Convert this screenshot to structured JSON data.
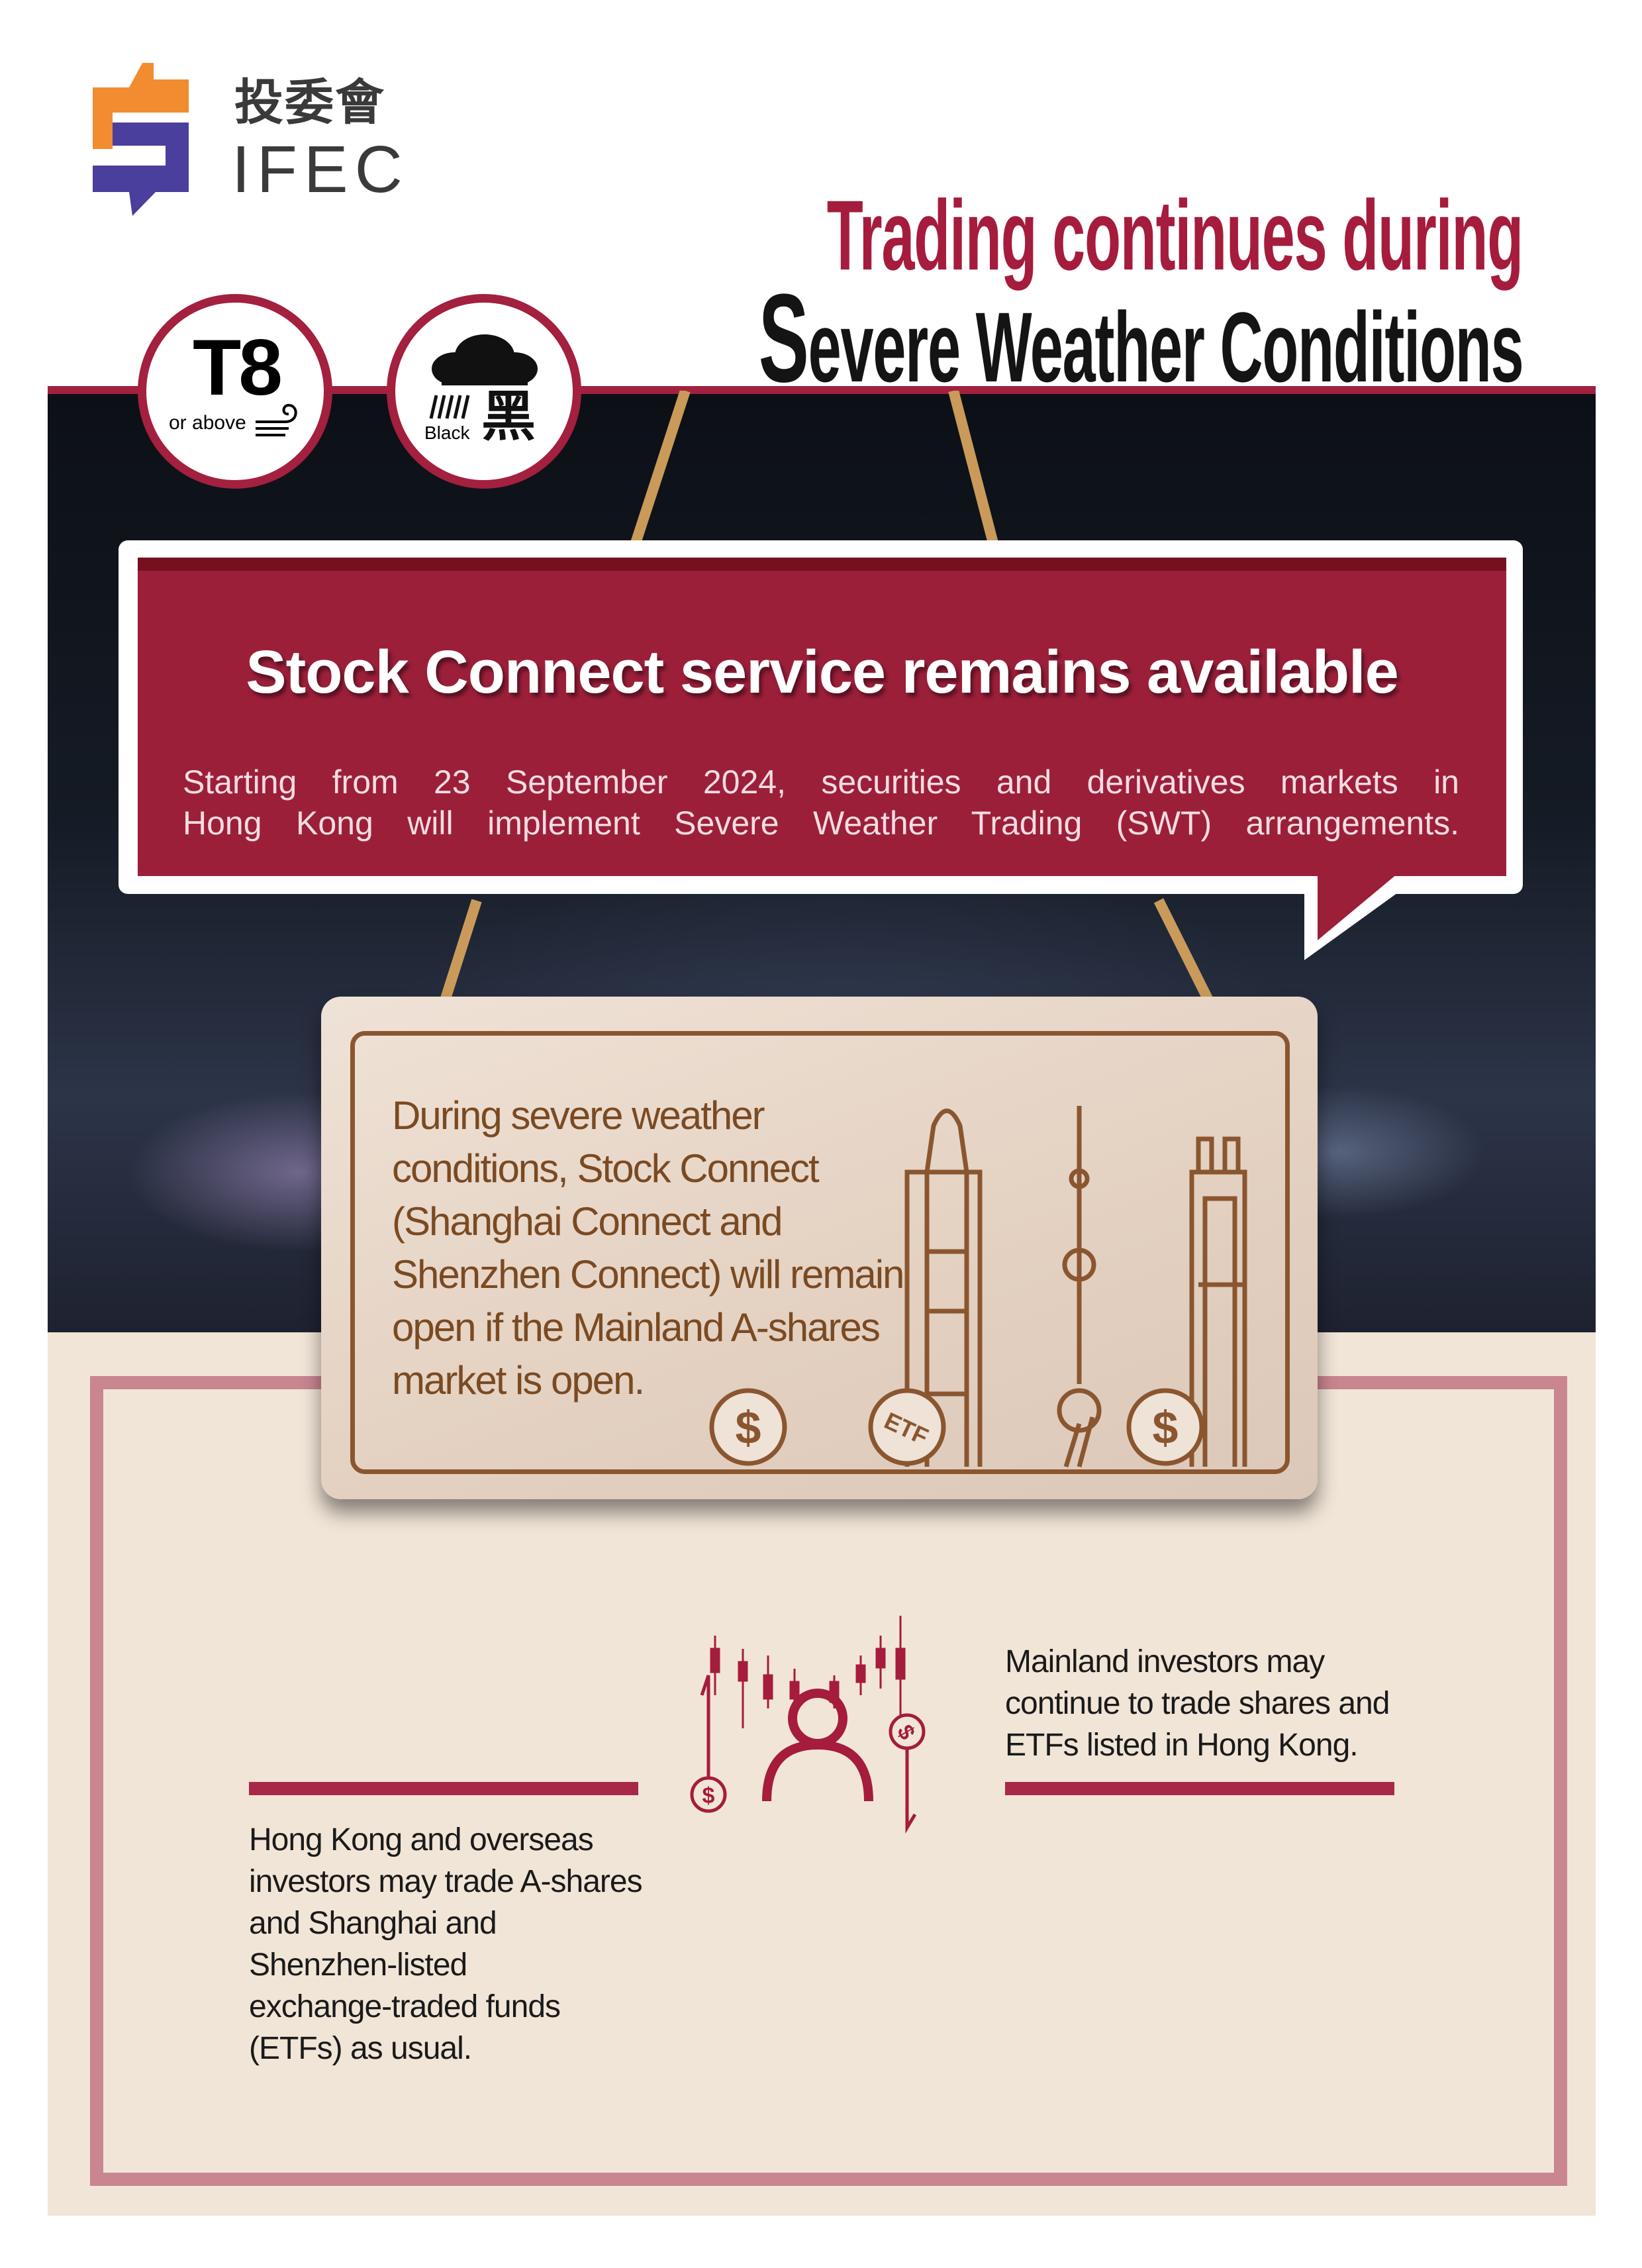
{
  "logo": {
    "chinese": "投委會",
    "english": "IFEC",
    "colors": {
      "orange": "#f28c30",
      "purple": "#4a3f9c"
    }
  },
  "title": {
    "line1": "Trading continues during",
    "line2_initial": "S",
    "line2_rest": "evere Weather Conditions"
  },
  "badges": [
    {
      "main": "T8",
      "sub": "or above",
      "icon": "wind-icon"
    },
    {
      "main": "黑",
      "sub": "Black",
      "icon": "rainstorm-cloud-icon"
    }
  ],
  "announcement": {
    "headline": "Stock Connect service remains available",
    "lines": [
      "Starting from 23 September 2024, securities and derivatives markets in",
      "Hong Kong will implement Severe Weather Trading (SWT) arrangements."
    ]
  },
  "sign": {
    "lines": [
      "During severe weather",
      "conditions, Stock Connect",
      "(Shanghai Connect and",
      "Shenzhen Connect) will remain",
      "open if the Mainland A-shares",
      "market is open."
    ],
    "coin_symbol": "$",
    "etf_label": "ETF"
  },
  "left_note": {
    "lines": [
      "Hong Kong and overseas",
      "investors may trade A-shares",
      "and Shanghai and",
      "Shenzhen-listed",
      "exchange-traded funds",
      "(ETFs) as usual."
    ]
  },
  "right_note": {
    "lines": [
      "Mainland investors may",
      "continue to trade shares and",
      "ETFs listed in Hong Kong."
    ]
  },
  "colors": {
    "brand_red": "#a51c3c",
    "bubble_red": "#9c1f3a",
    "wood_ink": "#7a4a22",
    "beige": "#f1e5d7",
    "frame_pink": "#c98690"
  }
}
